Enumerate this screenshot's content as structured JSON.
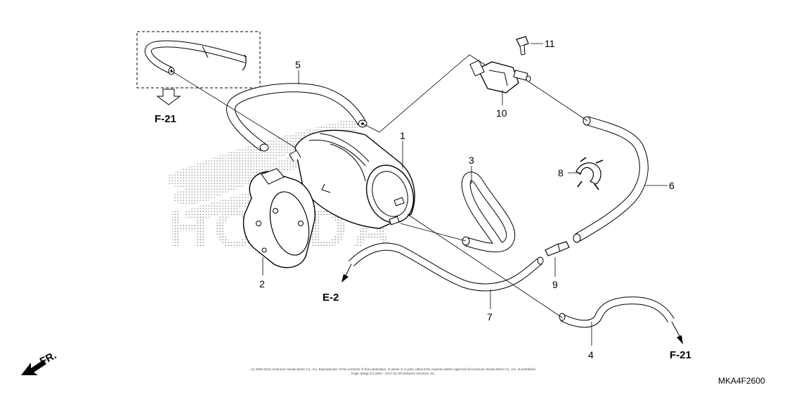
{
  "diagram": {
    "callouts": [
      {
        "id": "1",
        "label": "1"
      },
      {
        "id": "2",
        "label": "2"
      },
      {
        "id": "3",
        "label": "3"
      },
      {
        "id": "4",
        "label": "4"
      },
      {
        "id": "5",
        "label": "5"
      },
      {
        "id": "6",
        "label": "6"
      },
      {
        "id": "7",
        "label": "7"
      },
      {
        "id": "8",
        "label": "8"
      },
      {
        "id": "9",
        "label": "9"
      },
      {
        "id": "10",
        "label": "10"
      },
      {
        "id": "11",
        "label": "11"
      }
    ],
    "references": {
      "f21_top": "F-21",
      "f21_bottom": "F-21",
      "e2": "E-2"
    },
    "direction": "FR.",
    "diagram_code": "MKA4F2600",
    "watermark": "HONDA",
    "copyright_line1": "(c) 2002-2013 American Honda Motor Co., Inc. Reproduction of the contents of this publication, in whole or in part, without the express written approval of American Honda Motor Co., Inc. is prohibited.",
    "copyright_line2": "Page design (c) 2004 - 2017 by ARI Network Services, Inc."
  }
}
